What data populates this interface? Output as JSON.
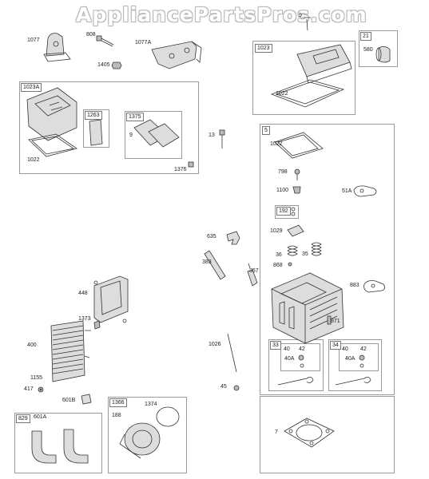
{
  "watermark": "AppliancePartsPros.com",
  "parts": {
    "p1077": "1077",
    "p808": "808",
    "p1405": "1405",
    "p1077A": "1077A",
    "p9top": "9",
    "p21": "21",
    "p580": "580",
    "p1023": "1023",
    "p1022a": "1022",
    "p1023A": "1023A",
    "p1263": "1263",
    "p1375": "1375",
    "p9b": "9",
    "p1022b": "1022",
    "p1376": "1376",
    "p13": "13",
    "p5": "5",
    "p1022c": "1022",
    "p798": "798",
    "p1100": "1100",
    "p51A": "51A",
    "p192": "192",
    "p1029": "1029",
    "p635": "635",
    "p383": "383",
    "p357": "357",
    "p36": "36",
    "p35": "35",
    "p868": "868",
    "p883": "883",
    "p448": "448",
    "p1373": "1373",
    "p400": "400",
    "p1155": "1155",
    "p417": "417",
    "p601B": "601B",
    "p871": "871",
    "p1026": "1026",
    "p45": "45",
    "p33": "33",
    "p40a": "40",
    "p42a": "42",
    "p40Aa": "40A",
    "p34": "34",
    "p40b": "40",
    "p42b": "42",
    "p40Ab": "40A",
    "p829": "829",
    "p601A": "601A",
    "p1366": "1366",
    "p188": "188",
    "p1374": "1374",
    "p7": "7"
  }
}
